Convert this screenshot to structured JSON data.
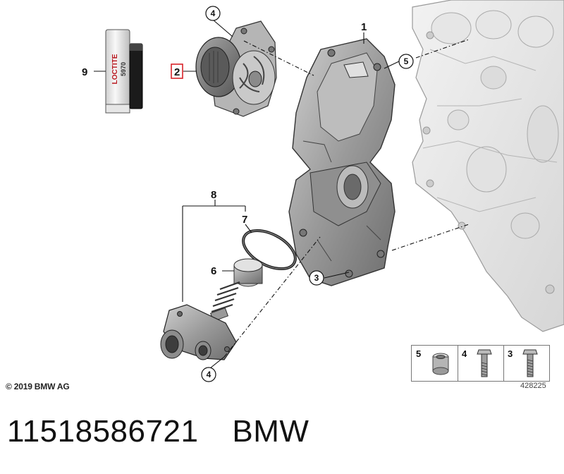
{
  "copyright": "© 2019 BMW AG",
  "diagram_id": "428225",
  "part_number": "11518586721",
  "brand": "BMW",
  "callouts": {
    "c1": "1",
    "c2": "2",
    "c3": "3",
    "c4_top": "4",
    "c4_bottom": "4",
    "c5": "5",
    "c6": "6",
    "c7": "7",
    "c8": "8",
    "c9": "9"
  },
  "legend": [
    {
      "num": "5",
      "icon": "sleeve-icon"
    },
    {
      "num": "4",
      "icon": "bolt-icon"
    },
    {
      "num": "3",
      "icon": "bolt-icon"
    }
  ],
  "sealant_label": {
    "brand": "LOCTITE",
    "code": "5970"
  },
  "highlight_color": "#d8232a"
}
